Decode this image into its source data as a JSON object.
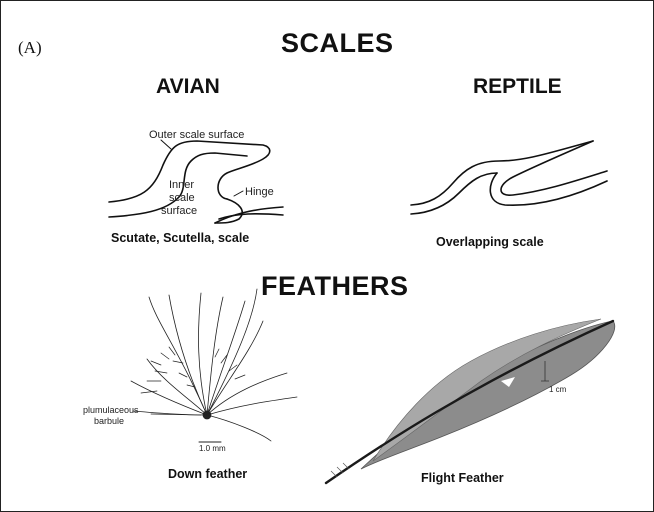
{
  "panel_label": "(A)",
  "titles": {
    "scales": "SCALES",
    "feathers": "FEATHERS"
  },
  "columns": {
    "avian": "AVIAN",
    "reptile": "REPTILE"
  },
  "avian_scale": {
    "outer_label": "Outer scale surface",
    "inner_label_1": "Inner",
    "inner_label_2": "scale",
    "inner_label_3": "surface",
    "hinge_label": "Hinge",
    "caption": "Scutate, Scutella, scale"
  },
  "reptile_scale": {
    "caption": "Overlapping scale"
  },
  "down_feather": {
    "label_1": "plumulaceous",
    "label_2": "barbule",
    "scale_bar": "1.0 mm",
    "caption": "Down feather"
  },
  "flight_feather": {
    "scale_bar": "1 cm",
    "caption": "Flight Feather"
  }
}
